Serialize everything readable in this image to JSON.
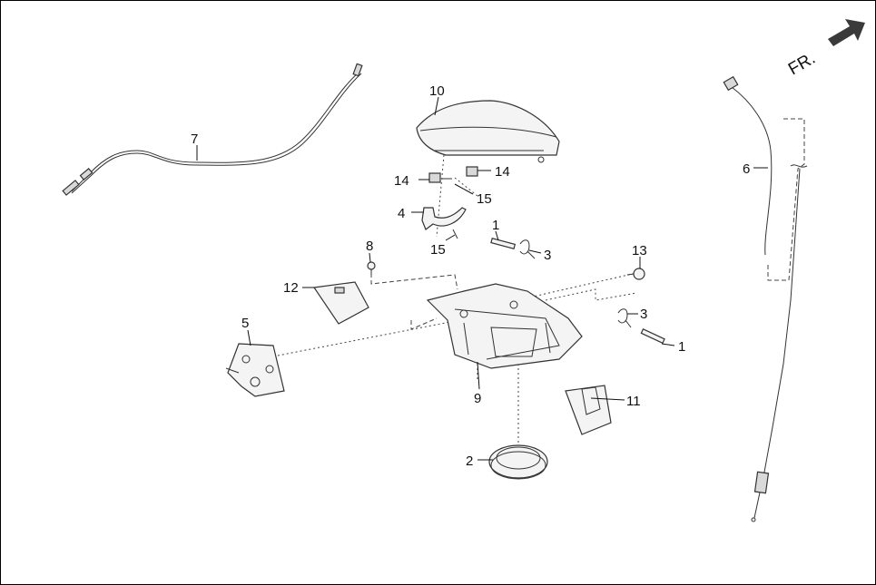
{
  "diagram": {
    "direction_label": "FR.",
    "arrow_color": "#3a3a3a",
    "callouts": {
      "c1a": "1",
      "c1b": "1",
      "c2": "2",
      "c3a": "3",
      "c3b": "3",
      "c4": "4",
      "c5": "5",
      "c6": "6",
      "c7": "7",
      "c8": "8",
      "c9": "9",
      "c10": "10",
      "c11": "11",
      "c12": "12",
      "c13": "13",
      "c14a": "14",
      "c14b": "14",
      "c15a": "15",
      "c15b": "15"
    }
  }
}
